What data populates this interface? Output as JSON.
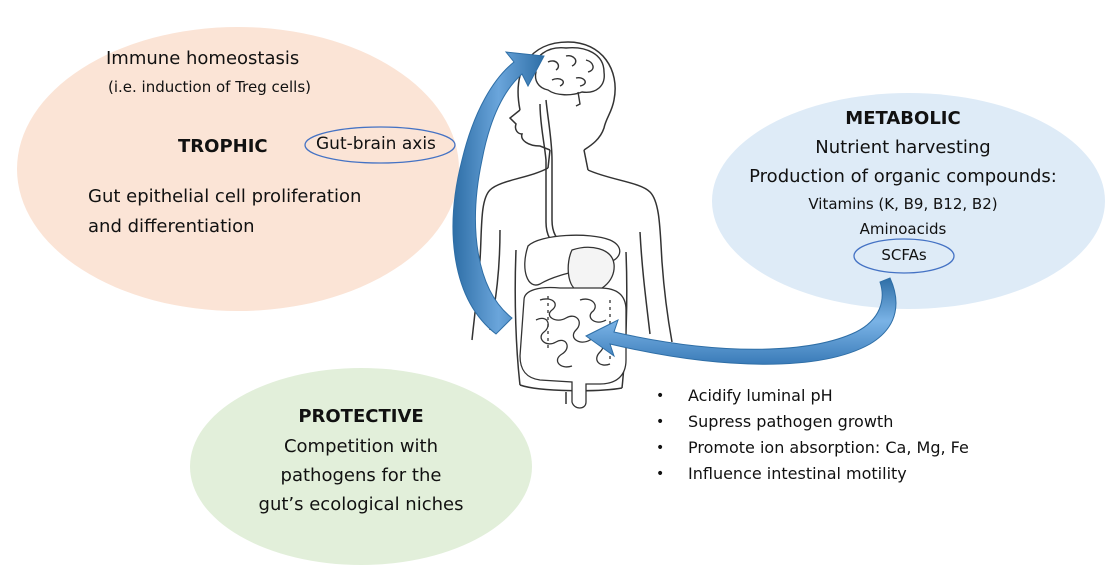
{
  "trophic": {
    "line1": "Immune homeostasis",
    "line2": "(i.e. induction of Treg cells)",
    "title": "TROPHIC",
    "gut_brain_axis": "Gut-brain axis",
    "line3": "Gut epithelial cell proliferation",
    "line4": "and differentiation",
    "fill": "#fbe4d6"
  },
  "metabolic": {
    "title": "METABOLIC",
    "line1": "Nutrient harvesting",
    "line2": "Production of organic compounds:",
    "line3": "Vitamins (K, B9, B12, B2)",
    "line4": "Aminoacids",
    "scfas": "SCFAs",
    "fill": "#deebf7"
  },
  "protective": {
    "title": "PROTECTIVE",
    "line1": "Competition with",
    "line2": "pathogens for the",
    "line3": "gut’s ecological niches",
    "fill": "#e2efda"
  },
  "scfa_effects": [
    "Acidify luminal pH",
    "Supress pathogen growth",
    "Promote ion absorption: Ca, Mg, Fe",
    "Influence intestinal motility"
  ],
  "colors": {
    "arrow": "#5b9bd5",
    "arrow_dark": "#2e6ea6",
    "oval_border": "#4472c4"
  },
  "icons": [
    "human-body-illustration",
    "brain-icon",
    "gut-icon",
    "curved-arrow"
  ]
}
